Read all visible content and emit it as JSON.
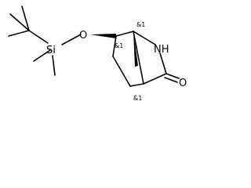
{
  "molecule": {
    "atoms": {
      "oxygen_ether": "O",
      "silicon": "Si",
      "nitrogen": "NH",
      "oxygen_carbonyl": "O"
    },
    "stereo_labels": {
      "c_otbs": "&1",
      "c_bridgehead_top": "&1",
      "c_bridgehead_bottom": "&1"
    }
  }
}
